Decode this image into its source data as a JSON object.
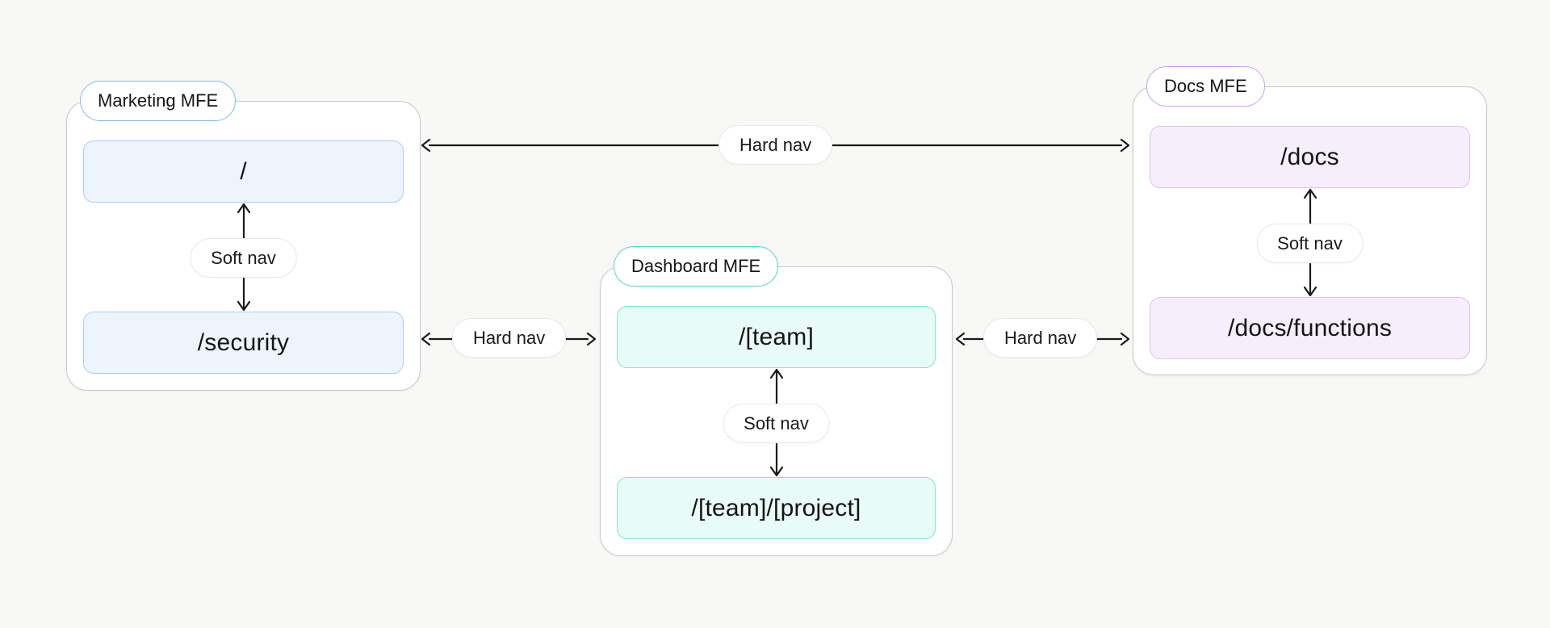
{
  "diagram": {
    "colors": {
      "background": "#f8f8f6",
      "container_border": "#c9c9c7",
      "arrow": "#1a1a1a",
      "nav_pill_border": "#e8e8e6"
    },
    "mfes": [
      {
        "label": "Marketing MFE",
        "accent": "#82bcec",
        "route_fill": "#edf4fc",
        "route_border": "#accff2",
        "route_top": "/",
        "route_bottom": "/security",
        "soft_nav_label": "Soft nav"
      },
      {
        "label": "Dashboard MFE",
        "accent": "#4fd9c2",
        "route_fill": "#e9fbf7",
        "route_border": "#7fe6d0",
        "route_top": "/[team]",
        "route_bottom": "/[team]/[project]",
        "soft_nav_label": "Soft nav"
      },
      {
        "label": "Docs MFE",
        "accent": "#c9a2ec",
        "route_fill": "#f7eefc",
        "route_border": "#dcc2f0",
        "route_top": "/docs",
        "route_bottom": "/docs/functions",
        "soft_nav_label": "Soft nav"
      }
    ],
    "hard_navs": [
      {
        "label": "Hard nav",
        "connects": [
          "Marketing MFE",
          "Docs MFE"
        ]
      },
      {
        "label": "Hard nav",
        "connects": [
          "Marketing MFE",
          "Dashboard MFE"
        ]
      },
      {
        "label": "Hard nav",
        "connects": [
          "Dashboard MFE",
          "Docs MFE"
        ]
      }
    ]
  }
}
